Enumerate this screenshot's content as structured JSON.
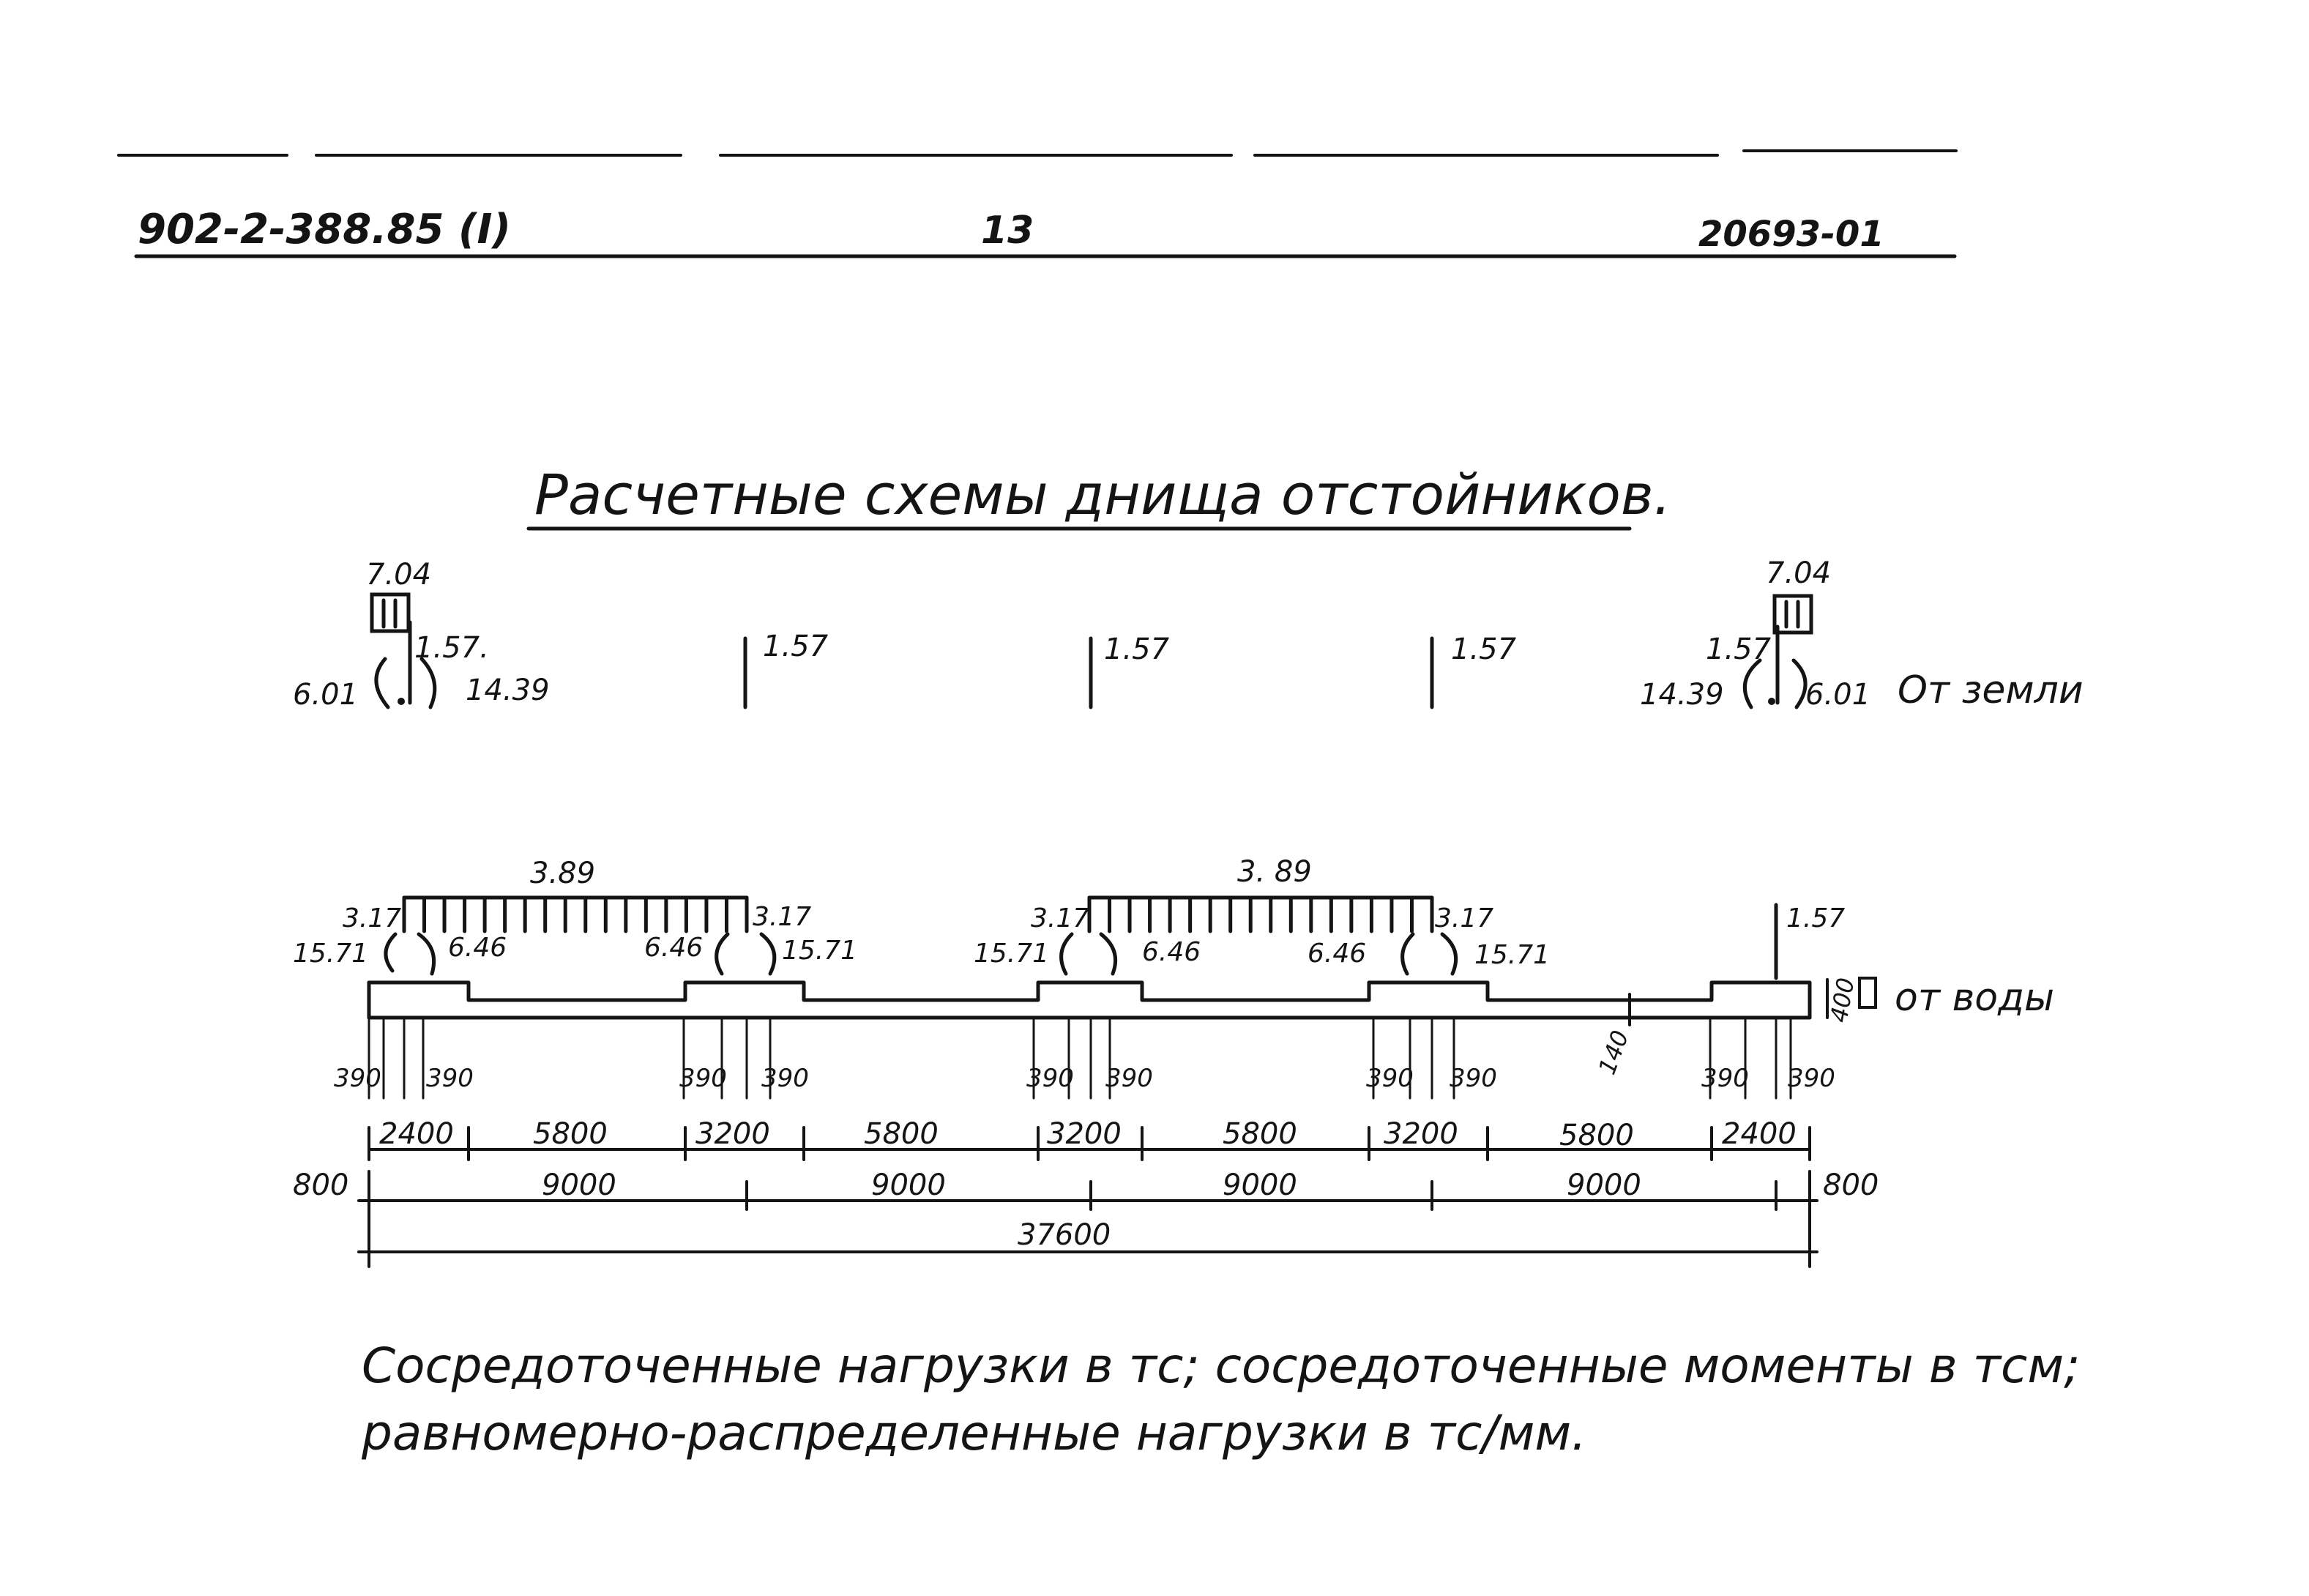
{
  "header": {
    "designation": "902-2-388.85 (I)",
    "sheet_number": "13",
    "inventory_number": "20693-01"
  },
  "title": "Расчетные схемы днища отстойников.",
  "ground_scheme": {
    "label": "От земли",
    "left_support": {
      "top_load": "7.04",
      "force": "1.57.",
      "moment_left": "6.01",
      "moment_right": "14.39"
    },
    "right_support": {
      "top_load": "7.04",
      "force": "1.57",
      "moment_left": "14.39",
      "moment_right": "6.01"
    },
    "middle_forces": [
      "1.57",
      "1.57",
      "1.57"
    ]
  },
  "water_scheme": {
    "label": "от воды",
    "distributed_loads": [
      "3.89",
      "3. 89"
    ],
    "end_loads": [
      "3.17",
      "3.17",
      "3.17",
      "3.17"
    ],
    "end_moments": [
      "15.71",
      "15.71",
      "15.71",
      "15.71"
    ],
    "span_moments": [
      "6.46",
      "6.46",
      "6.46",
      "6.46"
    ],
    "right_force": "1.57",
    "slab_thickness": "140",
    "rib_height": "400"
  },
  "dimensions": {
    "offsets": [
      "390",
      "390",
      "390",
      "390",
      "390",
      "390",
      "390",
      "390",
      "390",
      "390"
    ],
    "segments": [
      "2400",
      "5800",
      "3200",
      "5800",
      "3200",
      "5800",
      "3200",
      "5800",
      "2400"
    ],
    "spans": [
      "9000",
      "9000",
      "9000",
      "9000"
    ],
    "overhang_left": "800",
    "overhang_right": "800",
    "total": "37600"
  },
  "notes": [
    "Сосредоточенные нагрузки в тс; сосредоточенные моменты в тсм;",
    "равномерно-распределенные нагрузки в тс/мм."
  ]
}
